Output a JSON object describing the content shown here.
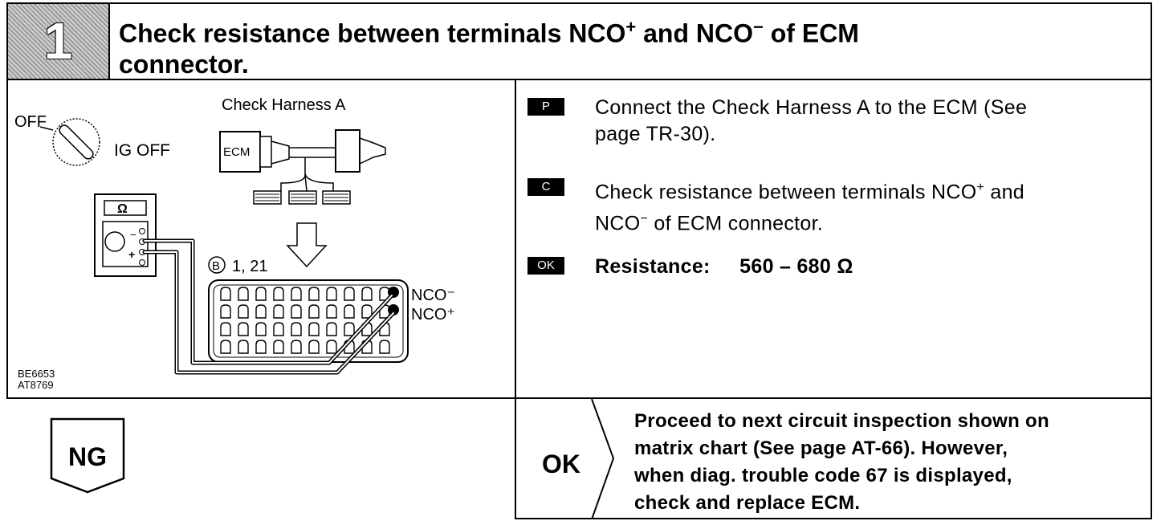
{
  "header": {
    "step_number": "1",
    "title_part1": "Check resistance between terminals NCO",
    "title_sup1": "+",
    "title_part2": " and NCO",
    "title_sup2": "−",
    "title_part3": " of ECM",
    "title_line2": "connector."
  },
  "figure": {
    "off_label": "OFF",
    "ig_off_label": "IG OFF",
    "harness_label": "Check Harness A",
    "ecm_label": "ECM",
    "ohm_symbol": "Ω",
    "meter_minus": "−",
    "meter_plus": "+",
    "connector_id": "B",
    "pins_label": "1, 21",
    "nco_minus": "NCO⁻",
    "nco_plus": "NCO⁺",
    "codes": [
      "BE6653",
      "AT8769"
    ]
  },
  "steps": [
    {
      "tag": "P",
      "line1": "Connect the Check Harness A to the ECM (See",
      "line2": "page TR-30)."
    },
    {
      "tag": "C",
      "line1": "Check resistance between terminals NCO",
      "line1_sup": "+",
      "line1_end": " and",
      "line2": "NCO",
      "line2_sup": "−",
      "line2_end": " of ECM connector."
    },
    {
      "tag": "OK",
      "spec_label": "Resistance:",
      "spec_value": "560 – 680 Ω"
    }
  ],
  "ng_label": "NG",
  "ok_result": {
    "label": "OK",
    "lines": [
      "Proceed to next circuit inspection shown on",
      "matrix chart (See page AT-66). However,",
      "when diag. trouble code 67 is displayed,",
      "check and replace ECM."
    ]
  }
}
